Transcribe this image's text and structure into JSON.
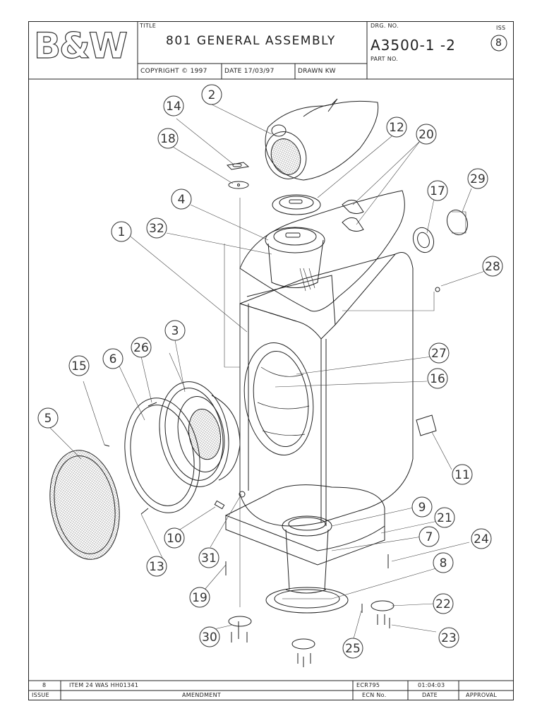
{
  "title_block": {
    "logo_text": "B&W",
    "title_caption": "TITLE",
    "title": "801 GENERAL ASSEMBLY",
    "copyright": "COPYRIGHT © 1997",
    "date": "DATE 17/03/97",
    "drawn": "DRAWN KW",
    "drg_caption": "DRG. NO.",
    "drg_number": "A3500-1 -2",
    "part_caption": "PART NO.",
    "iss_caption": "ISS",
    "iss_number": "8"
  },
  "callouts": [
    "1",
    "2",
    "3",
    "4",
    "5",
    "6",
    "7",
    "8",
    "9",
    "10",
    "11",
    "12",
    "13",
    "14",
    "15",
    "16",
    "17",
    "18",
    "19",
    "20",
    "21",
    "22",
    "23",
    "24",
    "25",
    "26",
    "27",
    "28",
    "29",
    "30",
    "31",
    "32"
  ],
  "revision_table": {
    "row": {
      "issue": "8",
      "amendment": "ITEM 24 WAS HH01341",
      "ecn": "ECR795",
      "date": "01:04:03",
      "approval": ""
    },
    "headers": {
      "issue": "ISSUE",
      "amendment": "AMENDMENT",
      "ecn": "ECN No.",
      "date": "DATE",
      "approval": "APPROVAL"
    }
  }
}
